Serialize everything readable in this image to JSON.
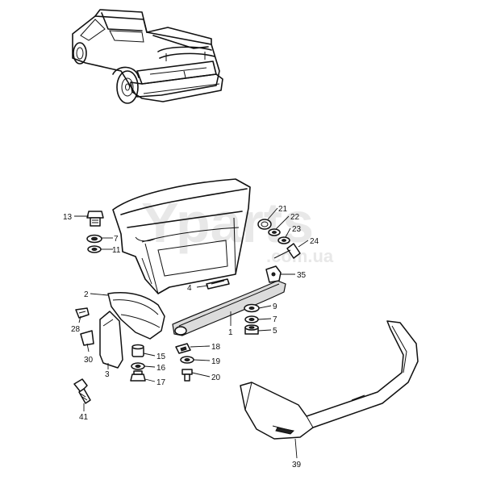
{
  "watermark": {
    "brand": "Yparts",
    "domain": ".com.ua"
  },
  "callouts": [
    {
      "key": "13",
      "text": "13"
    },
    {
      "key": "7a",
      "text": "7"
    },
    {
      "key": "11",
      "text": "11"
    },
    {
      "key": "2",
      "text": "2"
    },
    {
      "key": "28",
      "text": "28"
    },
    {
      "key": "30",
      "text": "30"
    },
    {
      "key": "3",
      "text": "3"
    },
    {
      "key": "15",
      "text": "15"
    },
    {
      "key": "16",
      "text": "16"
    },
    {
      "key": "17",
      "text": "17"
    },
    {
      "key": "41",
      "text": "41"
    },
    {
      "key": "4",
      "text": "4"
    },
    {
      "key": "18",
      "text": "18"
    },
    {
      "key": "19",
      "text": "19"
    },
    {
      "key": "20",
      "text": "20"
    },
    {
      "key": "1",
      "text": "1"
    },
    {
      "key": "9",
      "text": "9"
    },
    {
      "key": "7b",
      "text": "7"
    },
    {
      "key": "5",
      "text": "5"
    },
    {
      "key": "21",
      "text": "21"
    },
    {
      "key": "22",
      "text": "22"
    },
    {
      "key": "23",
      "text": "23"
    },
    {
      "key": "24",
      "text": "24"
    },
    {
      "key": "35",
      "text": "35"
    },
    {
      "key": "39",
      "text": "39"
    }
  ]
}
